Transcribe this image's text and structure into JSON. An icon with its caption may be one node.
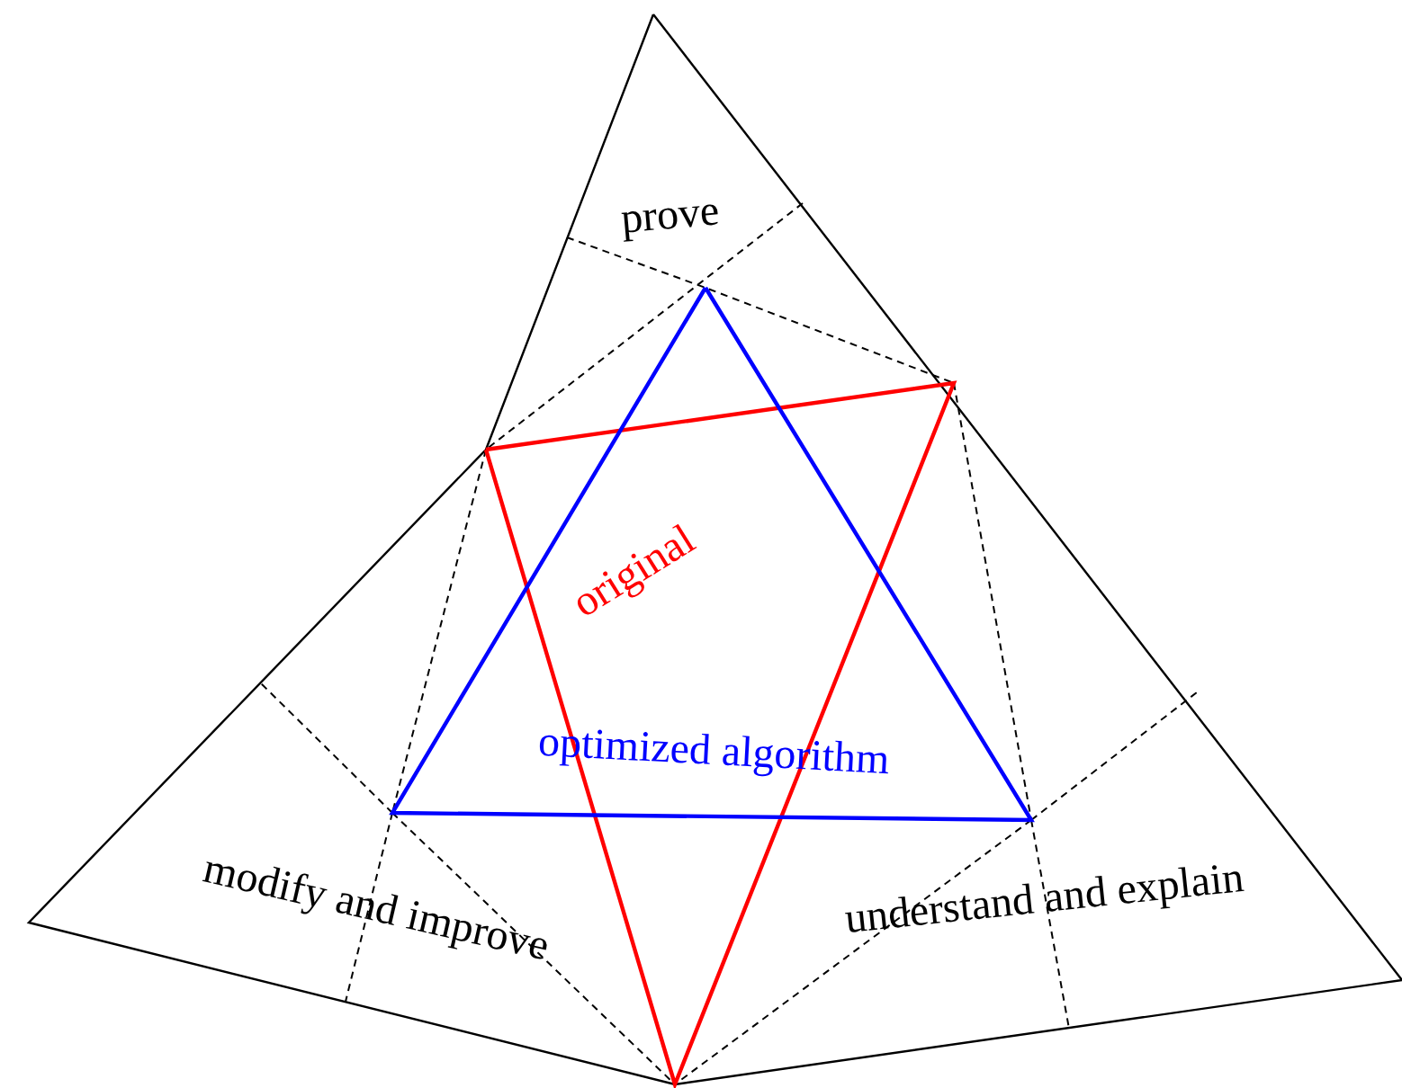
{
  "diagram": {
    "labels": [
      "prove",
      "original",
      "optimized algorithm",
      "modify and improve",
      "understand and explain"
    ]
  }
}
